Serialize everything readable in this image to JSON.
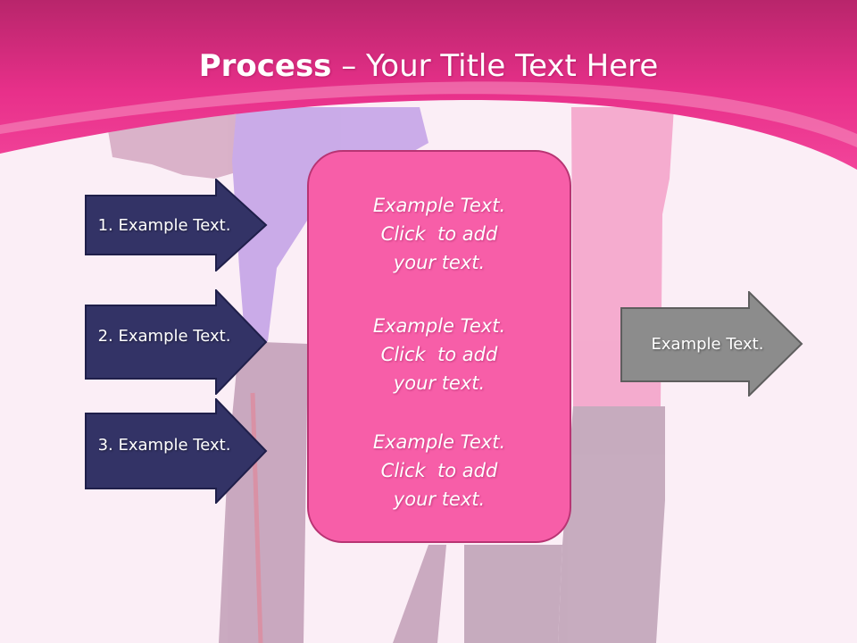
{
  "title": {
    "bold": "Process",
    "rest": " – Your Title Text Here"
  },
  "left_arrows": [
    {
      "label": "1. Example Text."
    },
    {
      "label": "2. Example Text."
    },
    {
      "label": "3. Example Text."
    }
  ],
  "center_blocks": [
    {
      "lines": [
        "Example Text.",
        "Click  to add",
        "your text."
      ]
    },
    {
      "lines": [
        "Example Text.",
        "Click  to add",
        "your text."
      ]
    },
    {
      "lines": [
        "Example Text.",
        "Click  to add",
        "your text."
      ]
    }
  ],
  "right_arrow": {
    "label": "Example Text."
  },
  "colors": {
    "header": "#e8308a",
    "background": "#fbeef6",
    "navy_arrow": "#333366",
    "center_box": "#f75ea8",
    "gray_arrow": "#8c8c8c"
  }
}
